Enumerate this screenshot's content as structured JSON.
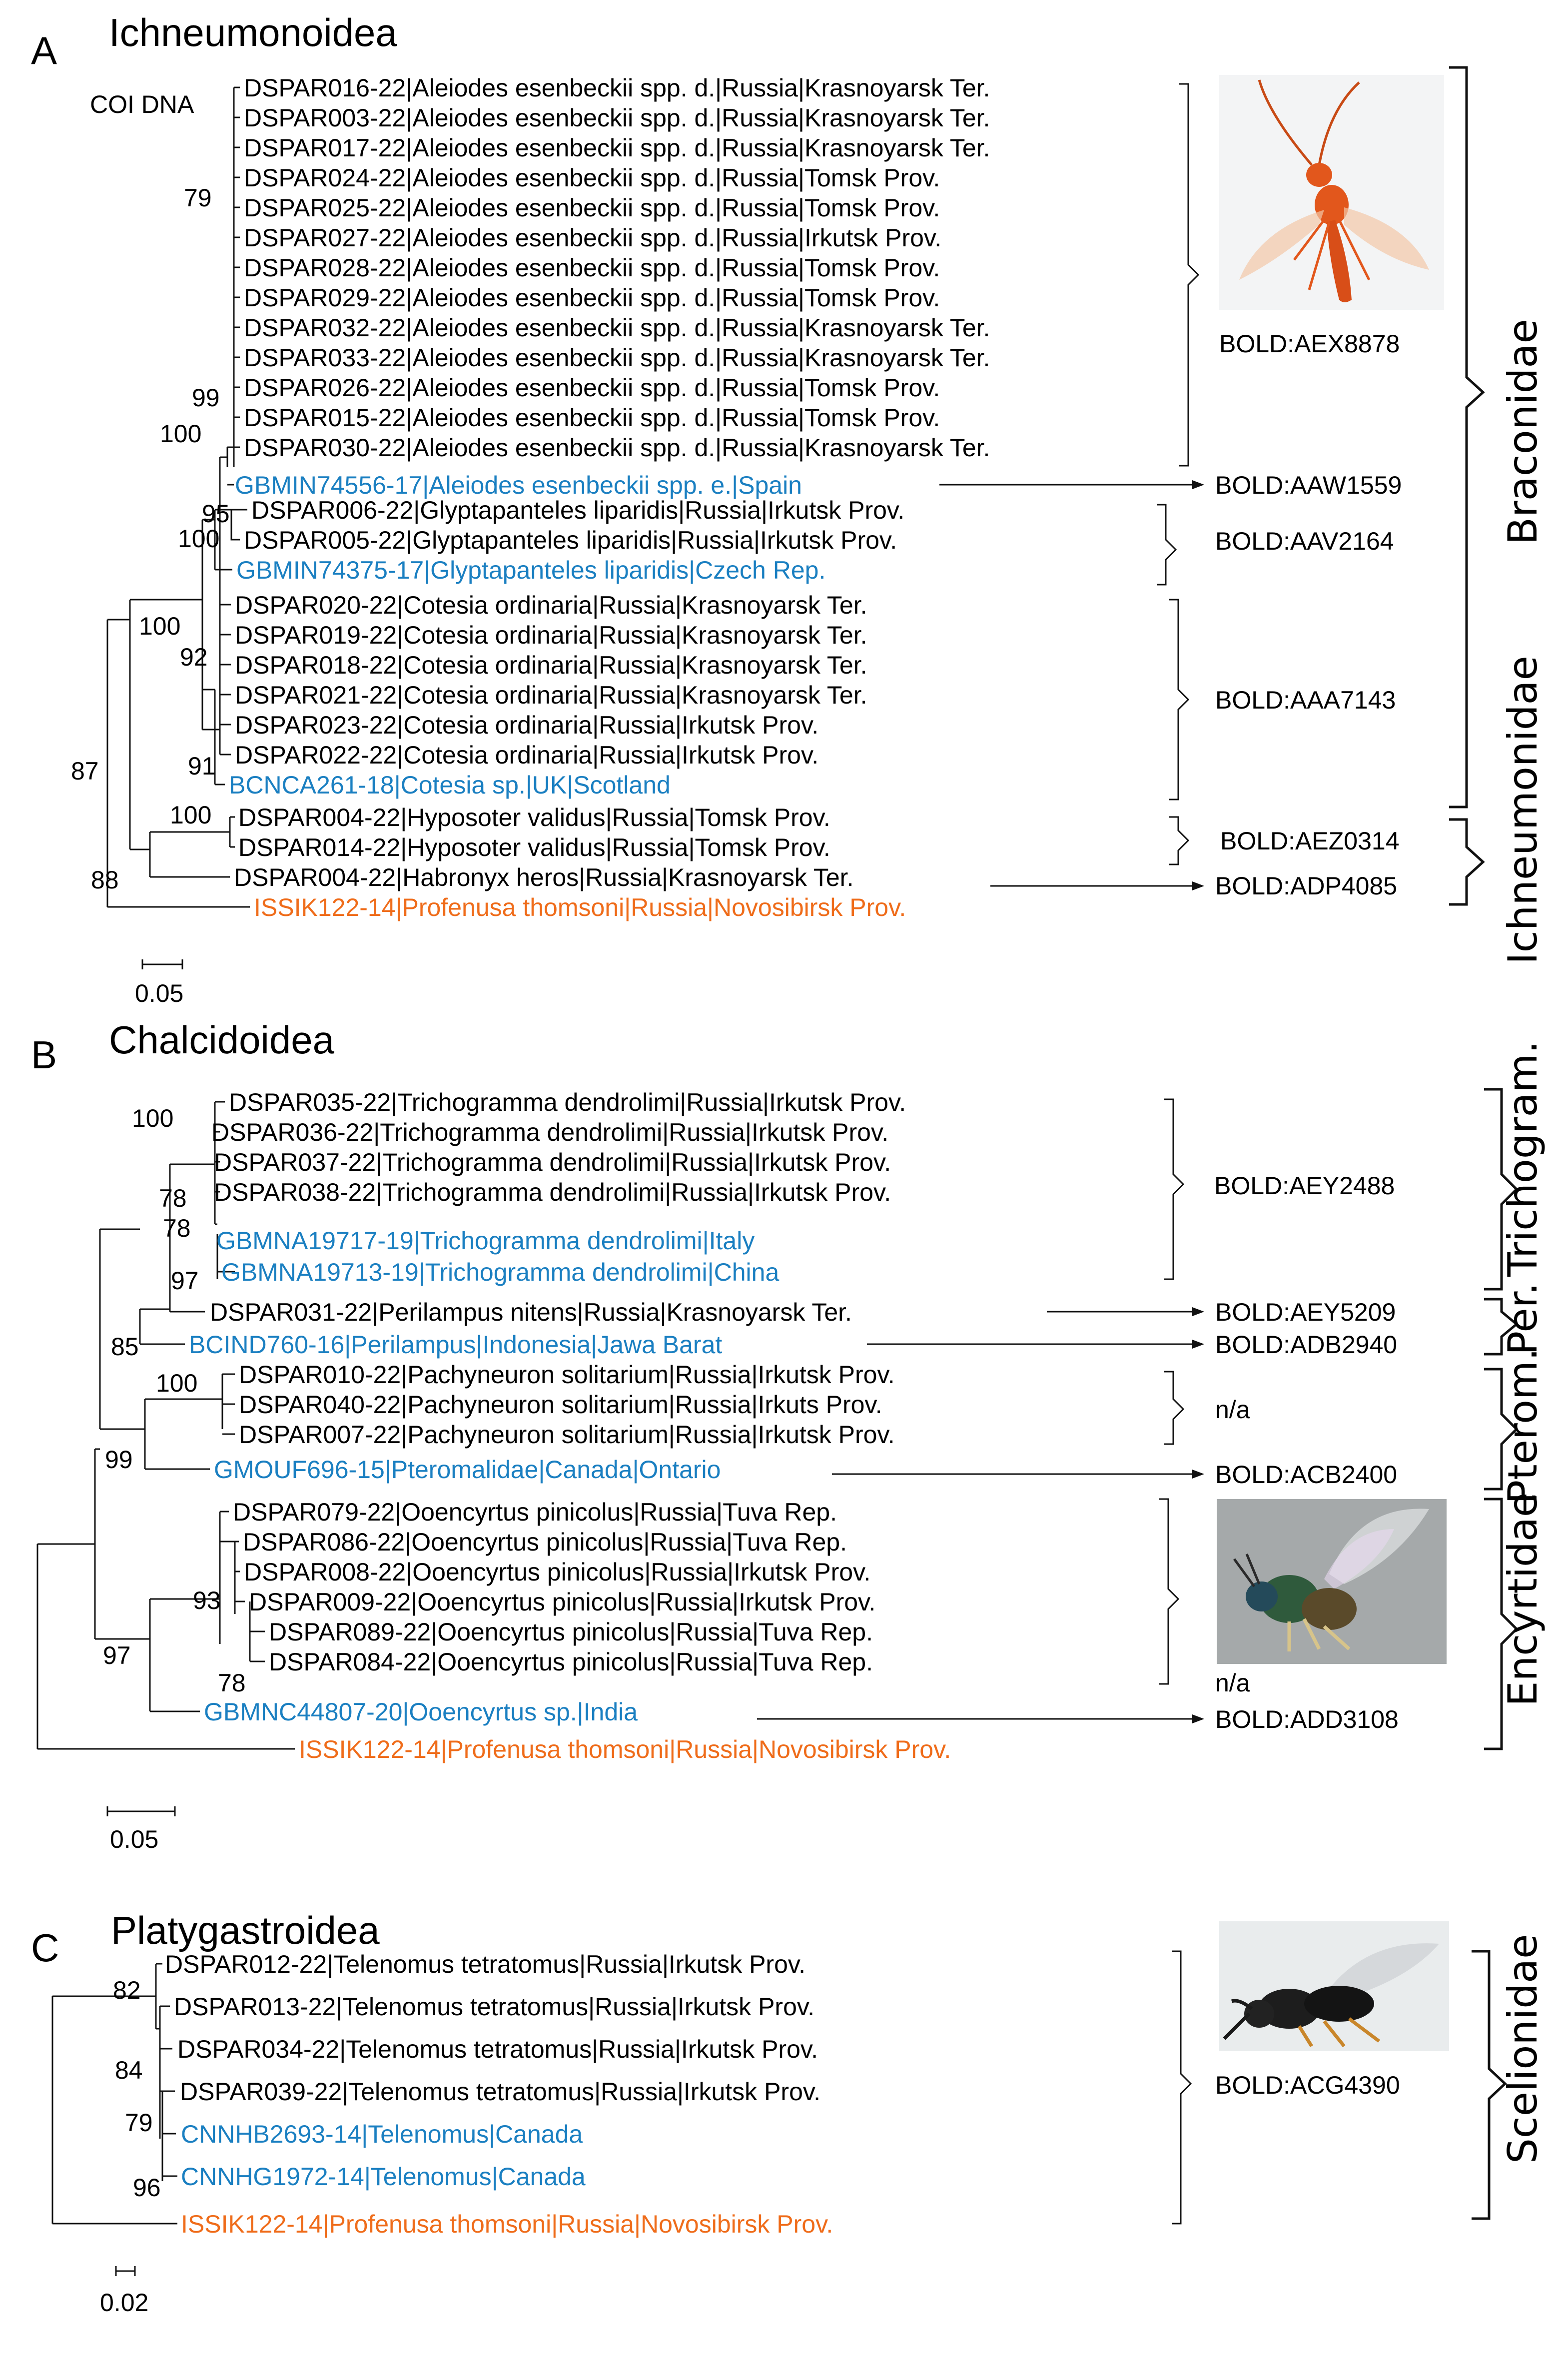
{
  "colors": {
    "black": "#111111",
    "blue": "#1a7fc1",
    "orange": "#ef6c1a",
    "photo_orange": "#e2571c",
    "photo_bg": "#a5a9aa",
    "photo_bg2": "#e9eced"
  },
  "panelA": {
    "letter": "A",
    "title": "Ichneumonoidea",
    "marker": "COI DNA",
    "taxa": [
      "DSPAR016-22|Aleiodes esenbeckii spp. d.|Russia|Krasnoyarsk Ter.",
      "DSPAR003-22|Aleiodes esenbeckii spp. d.|Russia|Krasnoyarsk Ter.",
      "DSPAR017-22|Aleiodes esenbeckii spp. d.|Russia|Krasnoyarsk Ter.",
      "DSPAR024-22|Aleiodes esenbeckii spp. d.|Russia|Tomsk Prov.",
      "DSPAR025-22|Aleiodes esenbeckii spp. d.|Russia|Tomsk Prov.",
      "DSPAR027-22|Aleiodes esenbeckii spp. d.|Russia|Irkutsk Prov.",
      "DSPAR028-22|Aleiodes esenbeckii spp. d.|Russia|Tomsk Prov.",
      "DSPAR029-22|Aleiodes esenbeckii spp. d.|Russia|Tomsk Prov.",
      "DSPAR032-22|Aleiodes esenbeckii spp. d.|Russia|Krasnoyarsk Ter.",
      "DSPAR033-22|Aleiodes esenbeckii spp. d.|Russia|Krasnoyarsk Ter.",
      "DSPAR026-22|Aleiodes esenbeckii spp. d.|Russia|Tomsk Prov.",
      "DSPAR015-22|Aleiodes esenbeckii spp. d.|Russia|Tomsk Prov.",
      "DSPAR030-22|Aleiodes esenbeckii spp. d.|Russia|Krasnoyarsk Ter.",
      "GBMIN74556-17|Aleiodes esenbeckii spp. e.|Spain",
      "DSPAR006-22|Glyptapanteles liparidis|Russia|Irkutsk Prov.",
      "DSPAR005-22|Glyptapanteles liparidis|Russia|Irkutsk Prov.",
      "GBMIN74375-17|Glyptapanteles liparidis|Czech Rep.",
      "DSPAR020-22|Cotesia ordinaria|Russia|Krasnoyarsk Ter.",
      "DSPAR019-22|Cotesia ordinaria|Russia|Krasnoyarsk Ter.",
      "DSPAR018-22|Cotesia ordinaria|Russia|Krasnoyarsk Ter.",
      "DSPAR021-22|Cotesia ordinaria|Russia|Krasnoyarsk Ter.",
      "DSPAR023-22|Cotesia ordinaria|Russia|Irkutsk Prov.",
      "DSPAR022-22|Cotesia ordinaria|Russia|Irkutsk Prov.",
      "BCNCA261-18|Cotesia sp.|UK|Scotland",
      "DSPAR004-22|Hyposoter validus|Russia|Tomsk Prov.",
      "DSPAR014-22|Hyposoter validus|Russia|Tomsk Prov.",
      "DSPAR004-22|Habronyx heros|Russia|Krasnoyarsk Ter.",
      "ISSIK122-14|Profenusa thomsoni|Russia|Novosibirsk Prov."
    ],
    "support": [
      "79",
      "99",
      "100",
      "95",
      "100",
      "100",
      "92",
      "91",
      "87",
      "100",
      "88"
    ],
    "bins": [
      "BOLD:AEX8878",
      "BOLD:AAW1559",
      "BOLD:AAV2164",
      "BOLD:AAA7143",
      "BOLD:AEZ0314",
      "BOLD:ADP4085"
    ],
    "families": [
      "Braconidae",
      "Ichneumonidae"
    ],
    "scale": "0.05"
  },
  "panelB": {
    "letter": "B",
    "title": "Chalcidoidea",
    "taxa": [
      "DSPAR035-22|Trichogramma dendrolimi|Russia|Irkutsk Prov.",
      "DSPAR036-22|Trichogramma dendrolimi|Russia|Irkutsk Prov.",
      "DSPAR037-22|Trichogramma dendrolimi|Russia|Irkutsk Prov.",
      "DSPAR038-22|Trichogramma dendrolimi|Russia|Irkutsk Prov.",
      "GBMNA19717-19|Trichogramma dendrolimi|Italy",
      "GBMNA19713-19|Trichogramma dendrolimi|China",
      "DSPAR031-22|Perilampus nitens|Russia|Krasnoyarsk Ter.",
      "BCIND760-16|Perilampus|Indonesia|Jawa Barat",
      "DSPAR010-22|Pachyneuron solitarium|Russia|Irkutsk Prov.",
      "DSPAR040-22|Pachyneuron solitarium|Russia|Irkuts Prov.",
      "DSPAR007-22|Pachyneuron solitarium|Russia|Irkutsk Prov.",
      "GMOUF696-15|Pteromalidae|Canada|Ontario",
      "DSPAR079-22|Ooencyrtus pinicolus|Russia|Tuva Rep.",
      "DSPAR086-22|Ooencyrtus pinicolus|Russia|Tuva Rep.",
      "DSPAR008-22|Ooencyrtus pinicolus|Russia|Irkutsk Prov.",
      "DSPAR009-22|Ooencyrtus pinicolus|Russia|Irkutsk Prov.",
      "DSPAR089-22|Ooencyrtus pinicolus|Russia|Tuva Rep.",
      "DSPAR084-22|Ooencyrtus pinicolus|Russia|Tuva Rep.",
      "GBMNC44807-20|Ooencyrtus sp.|India",
      "ISSIK122-14|Profenusa thomsoni|Russia|Novosibirsk Prov."
    ],
    "support": [
      "100",
      "78",
      "78",
      "97",
      "85",
      "100",
      "99",
      "93",
      "78",
      "97"
    ],
    "bins": [
      "BOLD:AEY2488",
      "BOLD:AEY5209",
      "BOLD:ADB2940",
      "n/a",
      "BOLD:ACB2400",
      "n/a",
      "BOLD:ADD3108"
    ],
    "families": [
      "Trichogram.",
      "Per.",
      "Pterom.",
      "Encyrtidae"
    ],
    "scale": "0.05"
  },
  "panelC": {
    "letter": "C",
    "title": "Platygastroidea",
    "taxa": [
      "DSPAR012-22|Telenomus tetratomus|Russia|Irkutsk Prov.",
      "DSPAR013-22|Telenomus tetratomus|Russia|Irkutsk Prov.",
      "DSPAR034-22|Telenomus tetratomus|Russia|Irkutsk Prov.",
      "DSPAR039-22|Telenomus tetratomus|Russia|Irkutsk Prov.",
      "CNNHB2693-14|Telenomus|Canada",
      "CNNHG1972-14|Telenomus|Canada",
      "ISSIK122-14|Profenusa thomsoni|Russia|Novosibirsk Prov."
    ],
    "support": [
      "82",
      "84",
      "79",
      "96"
    ],
    "bins": [
      "BOLD:ACG4390"
    ],
    "families": [
      "Scelionidae"
    ],
    "scale": "0.02"
  }
}
